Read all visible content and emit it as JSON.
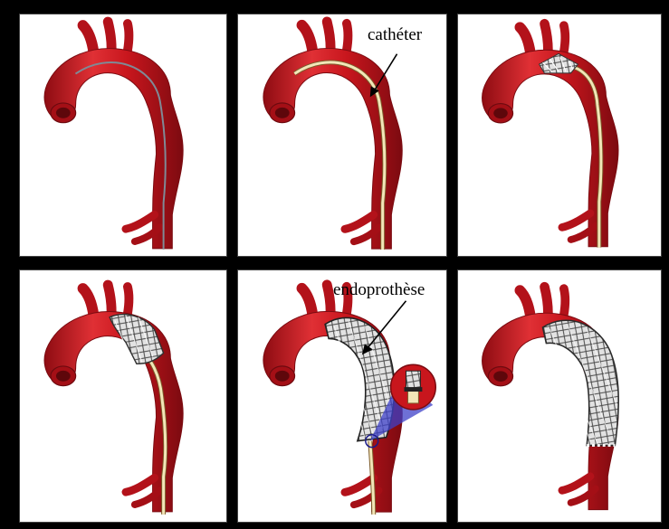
{
  "labels": {
    "catheter": "cathéter",
    "endoprosthesis": "endoprothèse"
  },
  "colors": {
    "background": "#000000",
    "panel": "#ffffff",
    "aorta": "#c8161d",
    "aorta_dark": "#8e0c12",
    "aorta_light": "#e64a4f",
    "guidewire": "#7f8a96",
    "catheter": "#f2e6b8",
    "stent_fill": "#d9d9d9",
    "stent_mesh": "#4a4a4a",
    "zoom_beam": "#3d40c8"
  },
  "panels": [
    {
      "step": 1,
      "content": "aorta with guidewire"
    },
    {
      "step": 2,
      "content": "catheter introduced"
    },
    {
      "step": 3,
      "content": "compressed stent at arch"
    },
    {
      "step": 4,
      "content": "stent partially deployed"
    },
    {
      "step": 5,
      "content": "stent deployed with detail inset"
    },
    {
      "step": 6,
      "content": "stent fully deployed"
    }
  ]
}
